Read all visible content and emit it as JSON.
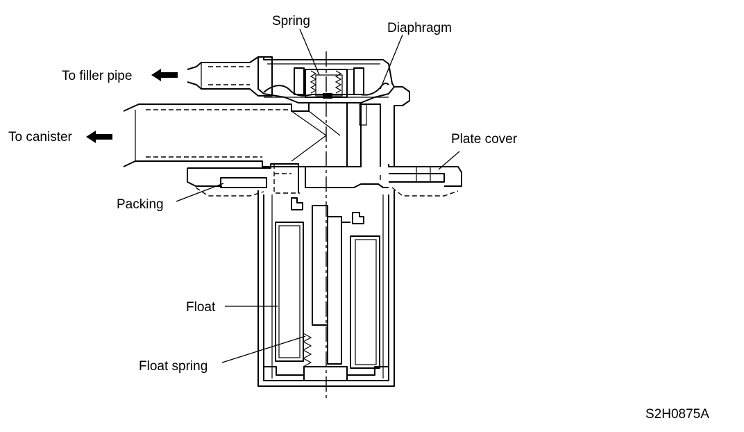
{
  "labels": {
    "spring": "Spring",
    "diaphragm": "Diaphragm",
    "to_filler_pipe": "To filler pipe",
    "to_canister": "To canister",
    "plate_cover": "Plate cover",
    "packing": "Packing",
    "float": "Float",
    "float_spring": "Float spring"
  },
  "figure_code": "S2H0875A",
  "colors": {
    "line": "#000000",
    "background": "#ffffff"
  }
}
